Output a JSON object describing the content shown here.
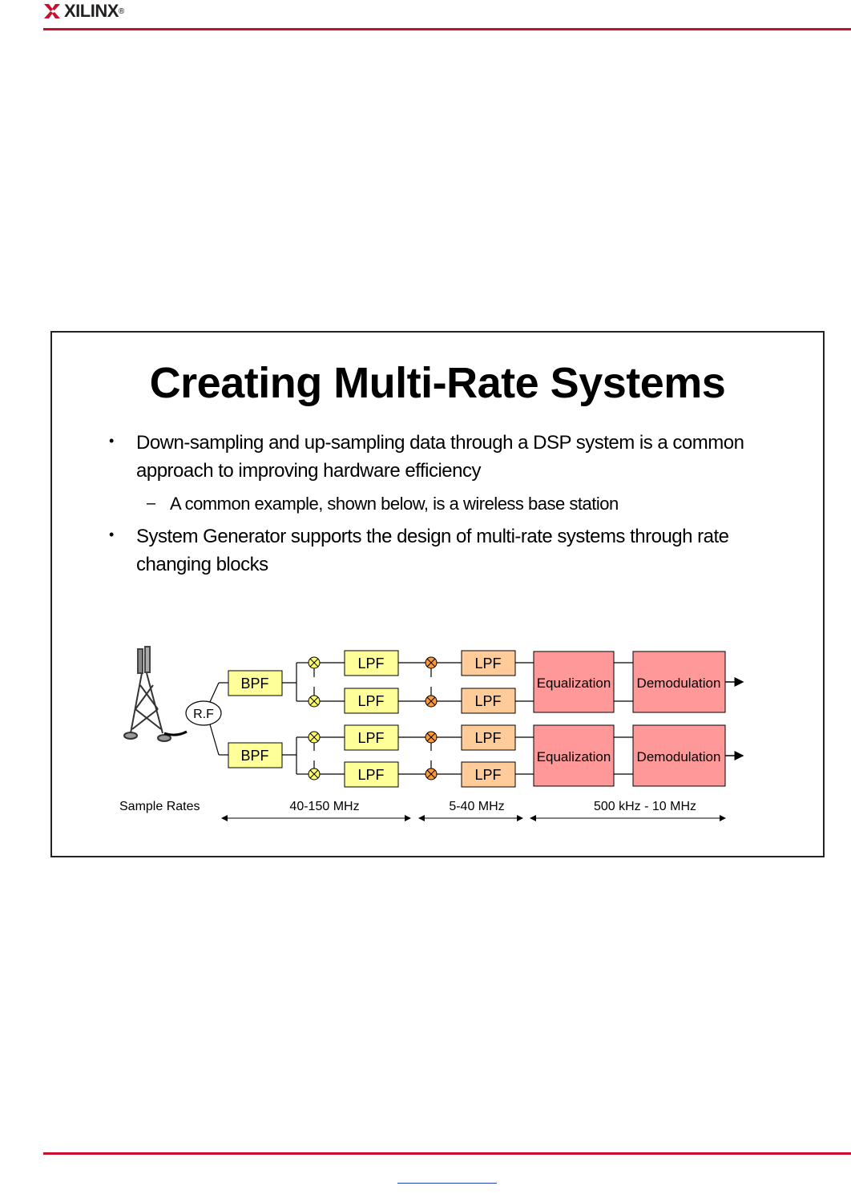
{
  "header": {
    "logo_text": "XILINX",
    "logo_mark": "xilinx-x-icon"
  },
  "colors": {
    "brand_red": "#c8102e",
    "bpf_lpf_yellow": "#ffff99",
    "lpf_orange": "#ffcc99",
    "eq_demod_pink": "#ff9999",
    "mixer_yellow": "#ffff66",
    "mixer_orange": "#ff9933"
  },
  "slide": {
    "title": "Creating Multi-Rate Systems",
    "bullets": [
      {
        "mark": "•",
        "text": "Down-sampling and up-sampling data through a DSP system is a common approach to improving hardware efficiency"
      },
      {
        "mark": "–",
        "text": "A common example, shown below, is a wireless base station"
      },
      {
        "mark": "•",
        "text": "System Generator supports the design of multi-rate systems through rate changing blocks"
      }
    ]
  },
  "diagram": {
    "rf_label": "R.F",
    "bpf_label": "BPF",
    "lpf_label": "LPF",
    "equalization_label": "Equalization",
    "demodulation_label": "Demodulation",
    "sample_rates_label": "Sample Rates",
    "rate_1": "40-150 MHz",
    "rate_2": "5-40 MHz",
    "rate_3": "500 kHz - 10 MHz",
    "antenna_icon": "cell-tower-icon",
    "mixer_icon": "multiplier-icon"
  }
}
